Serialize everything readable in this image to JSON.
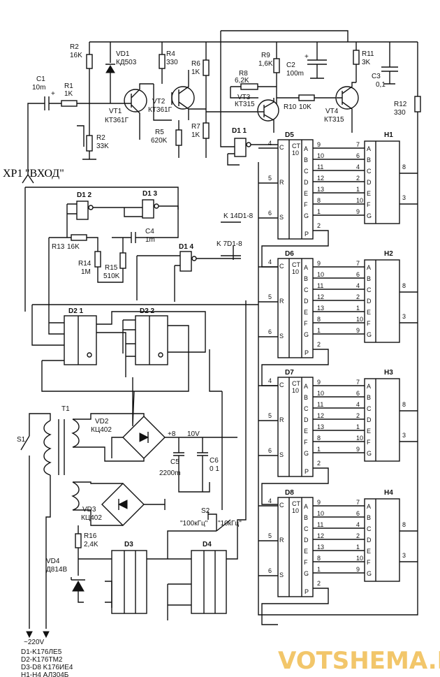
{
  "input": {
    "connector": "XP1",
    "name": "\"ВХОД\""
  },
  "components": {
    "C1": {
      "ref": "C1",
      "value": "10m"
    },
    "R1": {
      "ref": "R1",
      "value": "1K"
    },
    "R2a": {
      "ref": "R2",
      "value": "16K"
    },
    "R2b": {
      "ref": "R2",
      "value": "33K"
    },
    "VD1": {
      "ref": "VD1",
      "value": "КД503"
    },
    "VT1": {
      "ref": "VT1",
      "value": "КТ361Г"
    },
    "VT2": {
      "ref": "VT2",
      "value": "КТ361Г"
    },
    "R4": {
      "ref": "R4",
      "value": "330"
    },
    "R5": {
      "ref": "R5",
      "value": "620K"
    },
    "R6": {
      "ref": "R6",
      "value": "1K"
    },
    "R7": {
      "ref": "R7",
      "value": "1K"
    },
    "R8": {
      "ref": "R8",
      "value": "6,2K"
    },
    "R9": {
      "ref": "R9",
      "value": "1,6K"
    },
    "C2": {
      "ref": "C2",
      "value": "100m"
    },
    "VT3": {
      "ref": "VT3",
      "value": "КТ315"
    },
    "R10": {
      "ref": "R10",
      "value": "10K"
    },
    "R11": {
      "ref": "R11",
      "value": "3K"
    },
    "VT4": {
      "ref": "VT4",
      "value": "КТ315"
    },
    "C3": {
      "ref": "C3",
      "value": "0,1"
    },
    "R12": {
      "ref": "R12",
      "value": "330"
    },
    "C4": {
      "ref": "C4",
      "value": "1m"
    },
    "R13": {
      "ref": "R13",
      "value": "16K"
    },
    "R14": {
      "ref": "R14",
      "value": "1M"
    },
    "R15": {
      "ref": "R15",
      "value": "510K"
    },
    "T1": {
      "ref": "T1"
    },
    "S1": {
      "ref": "S1"
    },
    "VD2": {
      "ref": "VD2",
      "value": "КЦ402"
    },
    "VD3": {
      "ref": "VD3",
      "value": "КЦ402"
    },
    "C5": {
      "ref": "C5",
      "value": "2200m"
    },
    "C6": {
      "ref": "C6",
      "value": "0 1"
    },
    "R16": {
      "ref": "R16",
      "value": "2,4K"
    },
    "VD4": {
      "ref": "VD4",
      "value": "Д814В"
    },
    "S2": {
      "ref": "S2",
      "pos1": "\"100кГц\"",
      "pos2": "\"10кГц\""
    }
  },
  "chips": {
    "D1_1": "D1 1",
    "D1_2": "D1 2",
    "D1_3": "D1 3",
    "D1_4": "D1 4",
    "D2_1": "D2 1",
    "D2_2": "D2 2",
    "D3": "D3",
    "D4": "D4",
    "D5": "D5",
    "D6": "D6",
    "D7": "D7",
    "D8": "D8",
    "H1": "H1",
    "H2": "H2",
    "H3": "H3",
    "H4": "H4"
  },
  "power": {
    "plus": "+8",
    "volt": "10V",
    "mains": "~220V"
  },
  "links": {
    "k14": "K 14D1-8",
    "k7": "K 7D1-8"
  },
  "legend": [
    "D1-K176ЛЕ5",
    "D2-K176TM2",
    "D3-D8 K176ИЕ4",
    "H1-H4 АЛ304Б"
  ],
  "watermark": "VOTSHEMA.RU"
}
